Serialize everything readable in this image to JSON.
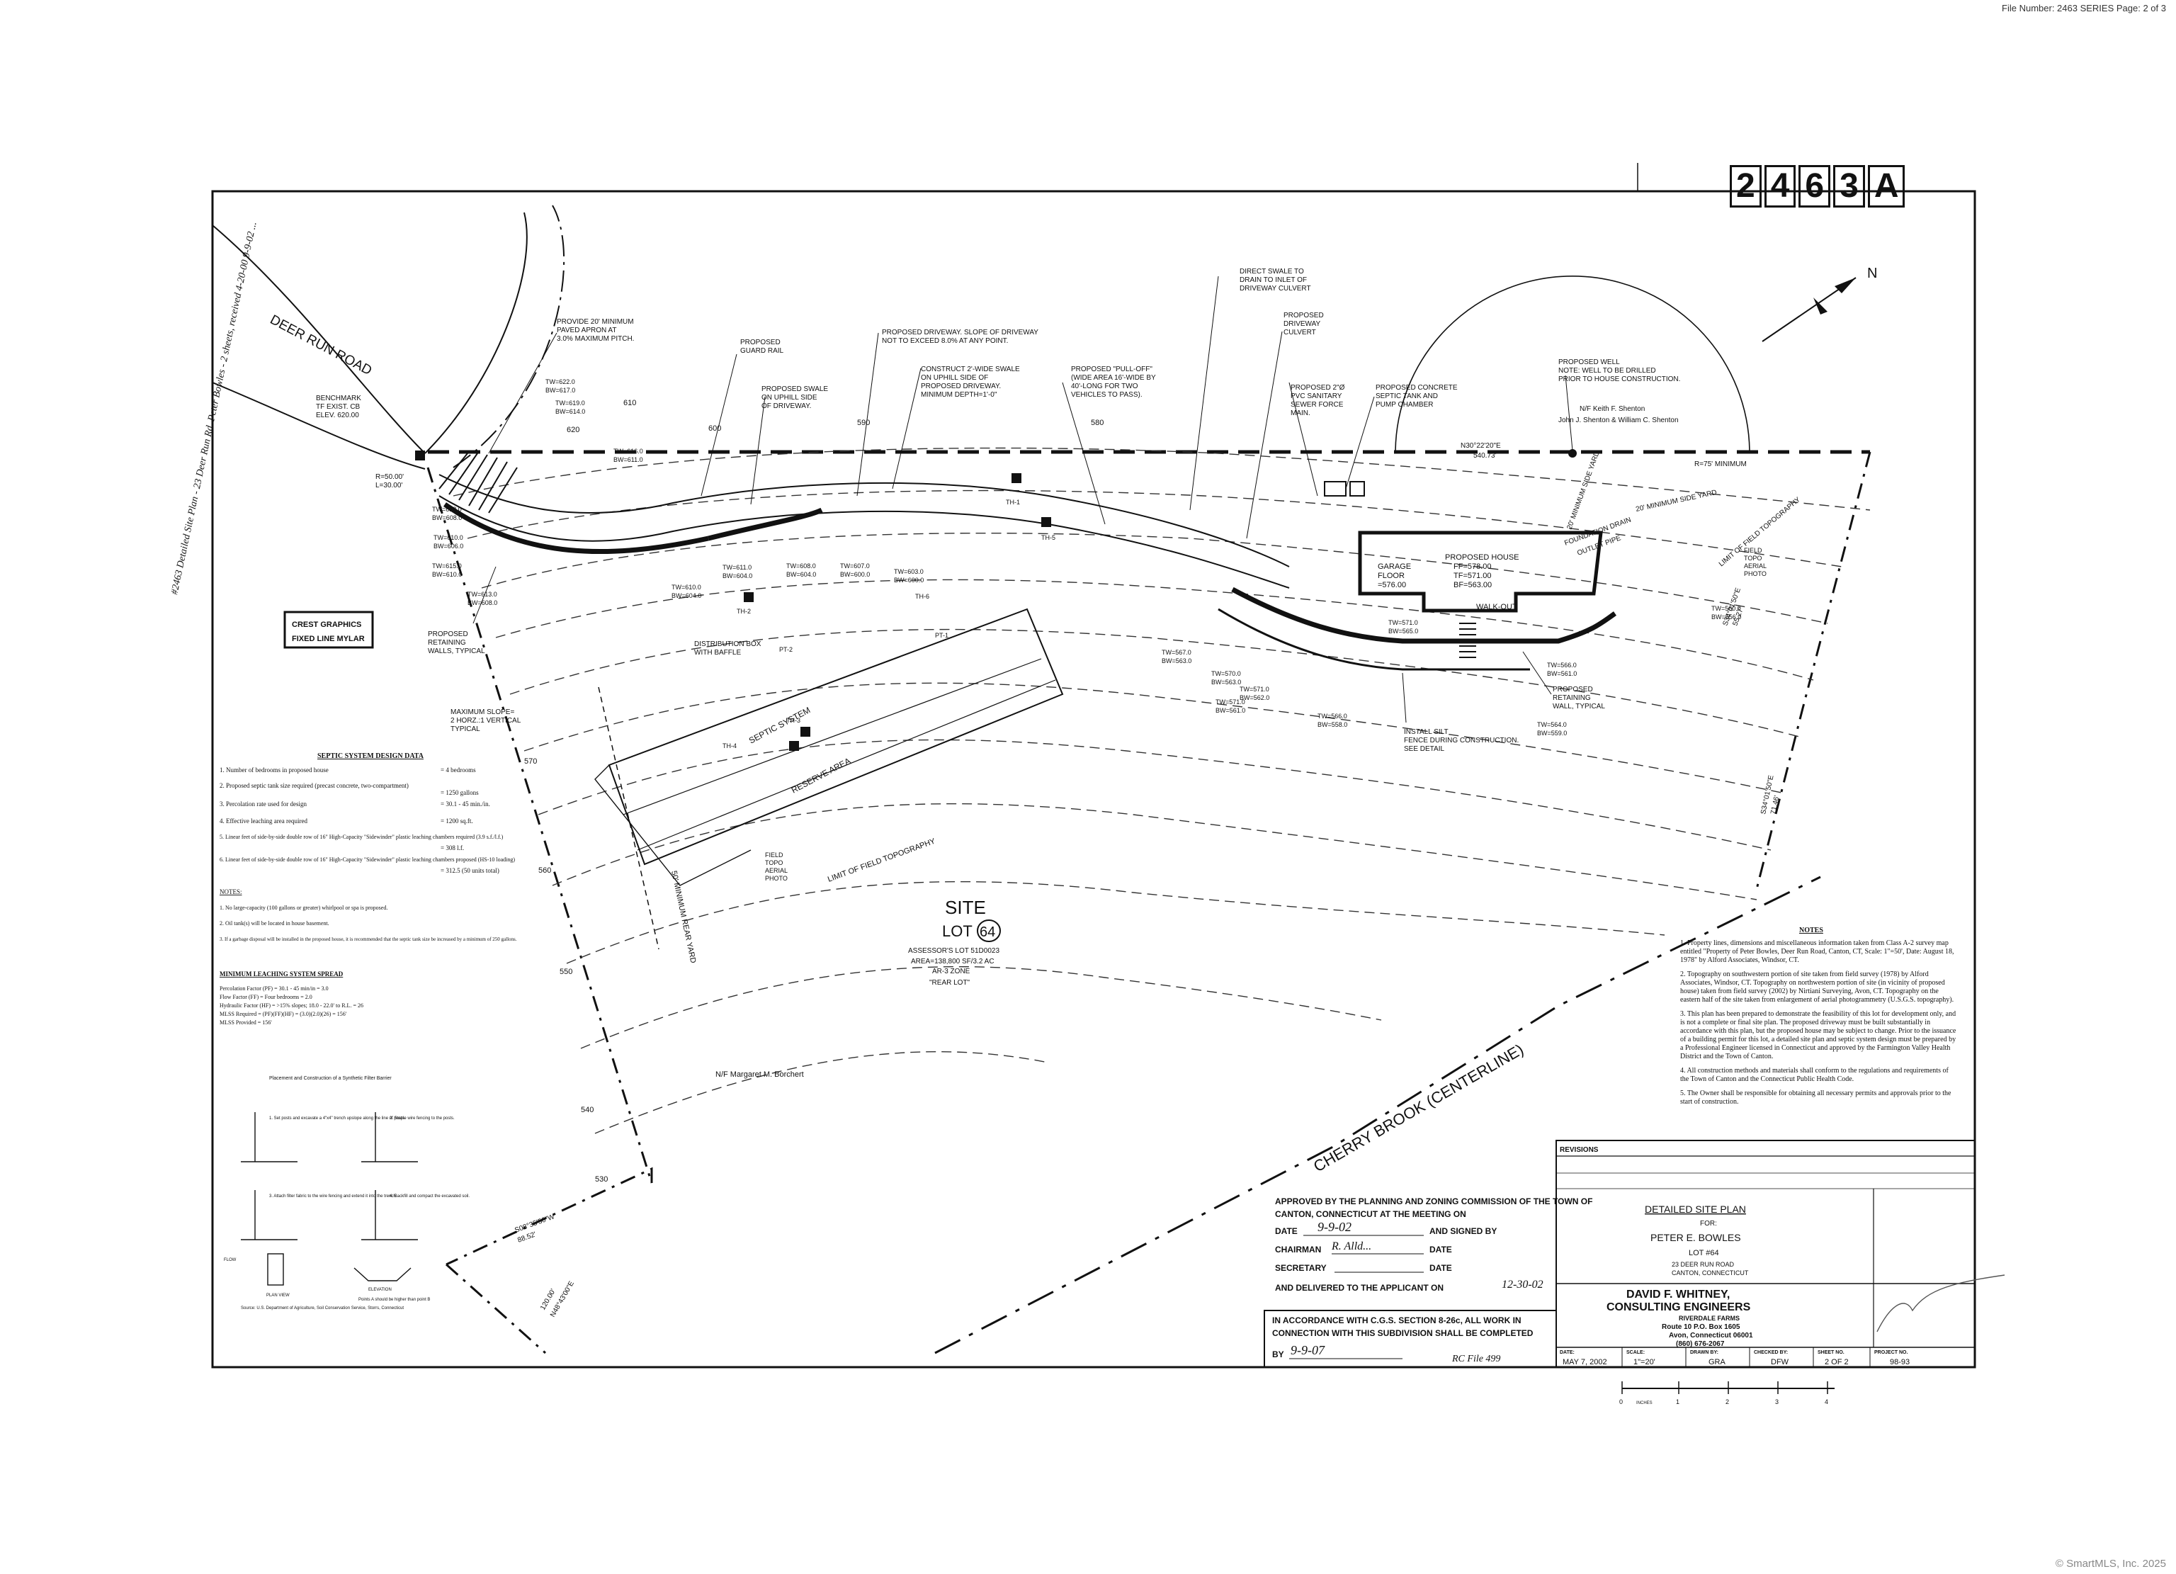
{
  "header": {
    "file_number": "File Number: 2463 SERIES Page: 2 of 3"
  },
  "stamp": {
    "digits": [
      "2",
      "4",
      "6",
      "3"
    ],
    "suffix": "A"
  },
  "footer": {
    "watermark": "© SmartMLS, Inc. 2025"
  },
  "plan_labels": {
    "road": "DEER RUN ROAD",
    "benchmark": [
      "BENCHMARK",
      "TF EXIST. CB",
      "ELEV. 620.00"
    ],
    "curve": [
      "R=50.00'",
      "L=30.00'"
    ],
    "apron": [
      "PROVIDE 20' MINIMUM",
      "PAVED APRON AT",
      "3.0% MAXIMUM PITCH."
    ],
    "guard_rail": [
      "PROPOSED",
      "GUARD RAIL"
    ],
    "swale": [
      "PROPOSED SWALE",
      "ON UPHILL SIDE",
      "OF DRIVEWAY."
    ],
    "driveway_slope": [
      "PROPOSED DRIVEWAY. SLOPE OF DRIVEWAY",
      "NOT TO EXCEED 8.0% AT ANY POINT."
    ],
    "curb": [
      "CONSTRUCT 2'-WIDE SWALE",
      "ON UPHILL SIDE OF",
      "PROPOSED DRIVEWAY.",
      "MINIMUM DEPTH=1'-0\""
    ],
    "pulloff": [
      "PROPOSED \"PULL-OFF\"",
      "(WIDE AREA 16'-WIDE BY",
      "40'-LONG FOR TWO",
      "VEHICLES TO PASS)."
    ],
    "direct_swale": [
      "DIRECT SWALE TO",
      "DRAIN TO INLET OF",
      "DRIVEWAY CULVERT"
    ],
    "culvert": [
      "PROPOSED",
      "DRIVEWAY",
      "CULVERT"
    ],
    "force_main": [
      "PROPOSED 2\"Ø",
      "PVC SANITARY",
      "SEWER FORCE",
      "MAIN."
    ],
    "septic_tank": [
      "PROPOSED CONCRETE",
      "SEPTIC TANK AND",
      "PUMP CHAMBER"
    ],
    "well": [
      "PROPOSED WELL",
      "NOTE: WELL TO BE DRILLED",
      "PRIOR TO HOUSE CONSTRUCTION."
    ],
    "radius": "R=75' MINIMUM",
    "owner_north": [
      "N/F Keith F. Shenton",
      "John J. Shenton & William C. Shenton"
    ],
    "bearing_north": [
      "N30°22'20\"E",
      "540.73'"
    ],
    "side_yard": "20' MINIMUM SIDE YARD",
    "house": [
      "PROPOSED HOUSE",
      "FF=578.00",
      "TF=571.00",
      "BF=563.00"
    ],
    "garage": [
      "GARAGE",
      "FLOOR",
      "=576.00"
    ],
    "walkout": "WALK-OUT",
    "foundation_drain": [
      "FOUNDATION DRAIN",
      "OUTLET PIPE"
    ],
    "topo_limit": "LIMIT OF FIELD TOPOGRAPHY",
    "field_topo": [
      "FIELD",
      "TOPO",
      "AERIAL",
      "PHOTO"
    ],
    "retaining_left": [
      "PROPOSED",
      "RETAINING",
      "WALLS, TYPICAL"
    ],
    "retaining_right": [
      "PROPOSED",
      "RETAINING",
      "WALL, TYPICAL"
    ],
    "silt": [
      "INSTALL SILT",
      "FENCE DURING CONSTRUCTION.",
      "SEE DETAIL"
    ],
    "max_slope": [
      "MAXIMUM SLOPE=",
      "2 HORZ.:1 VERTICAL",
      "TYPICAL"
    ],
    "distribution_box": [
      "DISTRIBUTION BOX",
      "WITH BAFFLE"
    ],
    "septic_system": "SEPTIC SYSTEM",
    "reserve_area": "RESERVE AREA",
    "rear_yard": "50' MINIMUM REAR YARD",
    "brook": "CHERRY BROOK (CENTERLINE)",
    "owner_south": "N/F Margaret M. Borchert",
    "bearing_sw": [
      "S08°35'50\"W",
      "88.52'"
    ],
    "bearing_s": [
      "120.00'",
      "N48°43'00\"E"
    ],
    "bearing_east": [
      "S34°01'50\"E",
      "55.27'"
    ],
    "bearing_se": [
      "S34°01'50\"E",
      "71.46'"
    ],
    "stamp_mark": [
      "CREST GRAPHICS",
      "FIXED LINE MYLAR"
    ],
    "site": {
      "title": "SITE",
      "lot": "LOT",
      "lot_no": "64",
      "assessor": "ASSESSOR'S LOT 51D0023",
      "area": "AREA=138,800 SF/3.2 AC",
      "zone": "AR-3 ZONE",
      "rear_lot": "\"REAR LOT\""
    },
    "contours": [
      "530",
      "540",
      "550",
      "560",
      "570",
      "580",
      "590",
      "600",
      "610",
      "620"
    ],
    "grades": [
      "TW=622.0",
      "BW=617.0",
      "TW=619.0",
      "BW=614.0",
      "TW=616.0",
      "BW=611.0",
      "TW=613.0",
      "BW=608.0",
      "TW=610.0",
      "BW=606.0",
      "TW=615.0",
      "BW=610.0",
      "TW=613.0",
      "BW=608.0",
      "TW=611.0",
      "BW=604.0",
      "TW=608.0",
      "BW=604.0",
      "TW=607.0",
      "BW=600.0",
      "TW=603.0",
      "BW=600.0",
      "TW=610.0",
      "BW=604.0",
      "TW=567.0",
      "BW=563.0",
      "TW=570.0",
      "BW=563.0",
      "TW=571.0",
      "BW=562.0",
      "TW=571.0",
      "BW=561.0",
      "TW=566.0",
      "BW=558.0",
      "TW=566.0",
      "BW=561.0",
      "TW=571.0",
      "BW=565.0",
      "TW=560.0",
      "BW=556.0",
      "TW=564.0",
      "BW=559.0"
    ],
    "test_holes": [
      "TH-1",
      "TH-2",
      "TH-3",
      "TH-4",
      "TH-5",
      "TH-6",
      "PT-1",
      "PT-2"
    ],
    "handwritten_note": "#2463 Detailed Site Plan - 23 Deer Run Rd. Peter Bowles - 2 sheets, received 4-20-00 9-9-02 ..."
  },
  "septic_data": {
    "title": "SEPTIC SYSTEM DESIGN DATA",
    "rows": [
      {
        "label": "1.  Number of bedrooms in proposed house",
        "value": "= 4 bedrooms"
      },
      {
        "label": "2.  Proposed septic tank size required (precast concrete, two-compartment)",
        "value": "= 1250 gallons"
      },
      {
        "label": "3.  Percolation rate used for design",
        "value": "= 30.1 - 45 min./in."
      },
      {
        "label": "4.  Effective leaching area required",
        "value": "= 1200 sq.ft."
      },
      {
        "label": "5.  Linear feet of side-by-side double row of 16\" High-Capacity \"Sidewinder\" plastic leaching chambers required (3.9 s.f./l.f.)",
        "value": "= 308 l.f."
      },
      {
        "label": "6.  Linear feet of side-by-side double row of 16\" High-Capacity \"Sidewinder\" plastic leaching chambers proposed (HS-10 loading)",
        "value": "= 312.5 (50 units total)"
      }
    ],
    "notes_title": "NOTES:",
    "notes": [
      "1.  No large-capacity (100 gallons or greater) whirlpool or spa is proposed.",
      "2.  Oil tank(s) will be located in house basement.",
      "3.  If a garbage disposal will be installed in the proposed house, it is recommended that the septic tank size be increased by a minimum of 250 gallons."
    ],
    "mls_title": "MINIMUM LEACHING SYSTEM SPREAD",
    "mls": [
      "Percolation Factor (PF) = 30.1 - 45 min/in = 3.0",
      "Flow Factor (FF) = Four bedrooms = 2.0",
      "Hydraulic Factor (HF) = >15% slopes; 18.0 - 22.0' to R.L. = 26",
      "MLSS Required = (PF)(FF)(HF) = (3.0)(2.0)(26) = 156'",
      "MLSS Provided = 156'"
    ]
  },
  "silt_detail": {
    "title": "Placement and Construction of a Synthetic Filter Barrier",
    "steps": [
      "1. Set posts and excavate a 4\"x4\" trench upslope along the line of posts.",
      "2. Staple wire fencing to the posts.",
      "3. Attach filter fabric to the wire fencing and extend it into the trench.",
      "4. Backfill and compact the excavated soil."
    ],
    "source": "Source: U.S. Department of Agriculture, Soil Conservation Service, Storrs, Connecticut",
    "labels": [
      "FLOW",
      "ELEVATION",
      "PLAN VIEW",
      "Points A should be higher than point B"
    ]
  },
  "general_notes": {
    "title": "NOTES",
    "items": [
      "1.  Property lines, dimensions and miscellaneous information taken from Class A-2 survey map entitled \"Property of Peter Bowles, Deer Run Road, Canton, CT, Scale: 1\"=50', Date: August 18, 1978\" by Alford Associates, Windsor, CT.",
      "2.  Topography on southwestern portion of site taken from field survey (1978) by Alford Associates, Windsor, CT. Topography on northwestern portion of site (in vicinity of proposed house) taken from field survey (2002) by Nirtiani Surveying, Avon, CT. Topography on the eastern half of the site taken from enlargement of aerial photogrammetry (U.S.G.S. topography).",
      "3.  This plan has been prepared to demonstrate the feasibility of this lot for development only, and is not a complete or final site plan. The proposed driveway must be built substantially in accordance with this plan, but the proposed house may be subject to change. Prior to the issuance of a building permit for this lot, a detailed site plan and septic system design must be prepared by a Professional Engineer licensed in Connecticut and approved by the Farmington Valley Health District and the Town of Canton.",
      "4.  All construction methods and materials shall conform to the regulations and requirements of the Town of Canton and the Connecticut Public Health Code.",
      "5.  The Owner shall be responsible for obtaining all necessary permits and approvals prior to the start of construction."
    ]
  },
  "approval": {
    "line1": "APPROVED BY THE PLANNING AND ZONING COMMISSION OF THE TOWN OF",
    "line2": "CANTON, CONNECTICUT AT THE MEETING ON",
    "date_label": "DATE",
    "date_value": "9-9-02",
    "signed_label": "AND SIGNED BY",
    "chairman_label": "CHAIRMAN",
    "chairman_sig": "R. Alld...",
    "secretary_label": "SECRETARY",
    "delivered_label": "AND DELIVERED TO THE APPLICANT ON",
    "delivered_value": "12-30-02",
    "cgs_line1": "IN ACCORDANCE WITH C.G.S. SECTION 8-26c, ALL WORK IN",
    "cgs_line2": "CONNECTION WITH THIS SUBDIVISION SHALL BE COMPLETED",
    "by_label": "BY",
    "by_value": "9-9-07",
    "file_note": "RC File 499"
  },
  "title_block": {
    "revisions": "REVISIONS",
    "plan_title": "DETAILED SITE PLAN",
    "for_label": "FOR:",
    "client": "PETER E. BOWLES",
    "lot": "LOT #64",
    "address": "23 DEER RUN ROAD",
    "town": "CANTON, CONNECTICUT",
    "firm1": "DAVID F. WHITNEY,",
    "firm2": "CONSULTING ENGINEERS",
    "firm3": "RIVERDALE FARMS",
    "firm4": "Route 10    P.O. Box 1605",
    "firm5": "Avon, Connecticut 06001",
    "firm6": "(860) 676-2067",
    "meta": [
      {
        "label": "DATE:",
        "value": "MAY 7, 2002"
      },
      {
        "label": "SCALE:",
        "value": "1\"=20'"
      },
      {
        "label": "DRAWN BY:",
        "value": "GRA"
      },
      {
        "label": "CHECKED BY:",
        "value": "DFW"
      },
      {
        "label": "SHEET NO.",
        "value": "2 OF 2"
      },
      {
        "label": "PROJECT NO.",
        "value": "98-93"
      }
    ],
    "scale_bar": [
      "0",
      "INCHES",
      "1",
      "2",
      "3",
      "4"
    ]
  },
  "north_arrow": {
    "label": "N"
  }
}
